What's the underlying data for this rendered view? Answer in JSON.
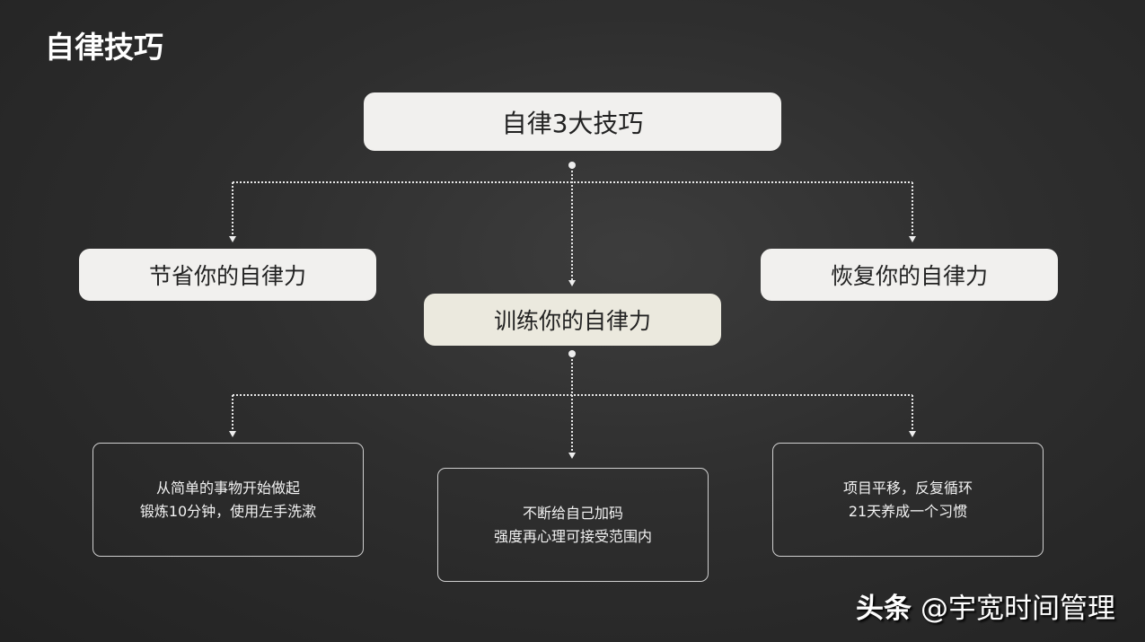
{
  "title": "自律技巧",
  "root": {
    "label": "自律3大技巧"
  },
  "branches": [
    {
      "label": "节省你的自律力"
    },
    {
      "label": "训练你的自律力"
    },
    {
      "label": "恢复你的自律力"
    }
  ],
  "details": [
    {
      "lines": [
        "从简单的事物开始做起",
        "锻炼10分钟，使用左手洗漱"
      ]
    },
    {
      "lines": [
        "不断给自己加码",
        "强度再心理可接受范围内"
      ]
    },
    {
      "lines": [
        "项目平移，反复循环",
        "21天养成一个习惯"
      ]
    }
  ],
  "watermark": {
    "brand": "头条",
    "handle": "@宇宽时间管理"
  },
  "colors": {
    "box_light": "#f1f0ee",
    "box_highlight": "#ebe9de",
    "connector": "#e8e8e8"
  }
}
